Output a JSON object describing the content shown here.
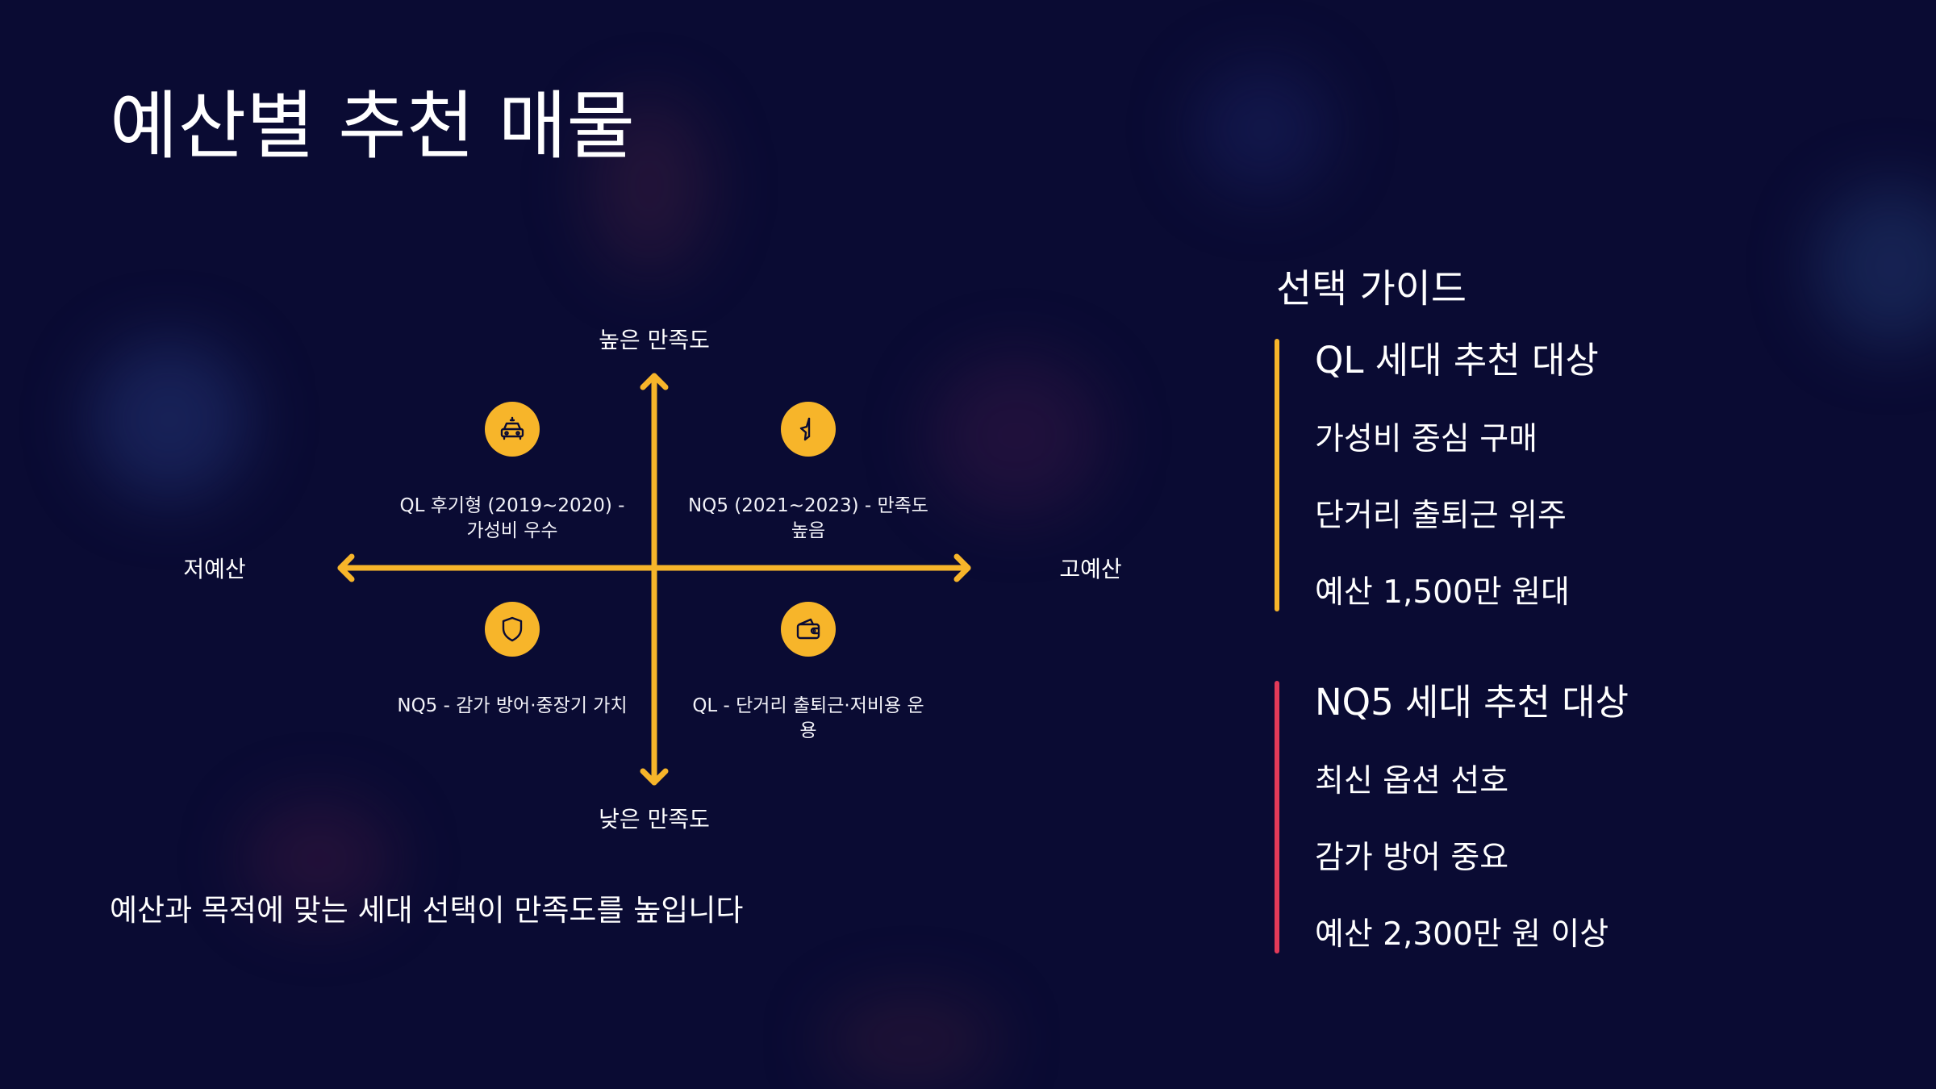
{
  "slide": {
    "title": "예산별 추천 매물",
    "conclusion": "예산과 목적에 맞는 세대 선택이 만족도를 높입니다"
  },
  "colors": {
    "background": "#0a0b33",
    "accent_yellow": "#f7b52a",
    "accent_red": "#e23a59"
  },
  "diagram": {
    "axis": {
      "top": "높은 만족도",
      "bottom": "낮은 만족도",
      "left": "저예산",
      "right": "고예산"
    },
    "quadrants": [
      {
        "icon": "taxi-icon",
        "label": "QL 후기형 (2019~2020) - 가성비 우수"
      },
      {
        "icon": "star-icon",
        "label": "NQ5 (2021~2023) - 만족도 높음"
      },
      {
        "icon": "shield-icon",
        "label": "NQ5 - 감가 방어·중장기 가치"
      },
      {
        "icon": "wallet-icon",
        "label": "QL - 단거리 출퇴근·저비용 운용"
      }
    ]
  },
  "guide": {
    "title": "선택 가이드",
    "groups": [
      {
        "title": "QL 세대 추천 대상",
        "items": [
          "가성비 중심 구매",
          "단거리 출퇴근 위주",
          "예산 1,500만 원대"
        ]
      },
      {
        "title": "NQ5 세대 추천 대상",
        "items": [
          "최신 옵션 선호",
          "감가 방어 중요",
          "예산 2,300만 원 이상"
        ]
      }
    ]
  }
}
